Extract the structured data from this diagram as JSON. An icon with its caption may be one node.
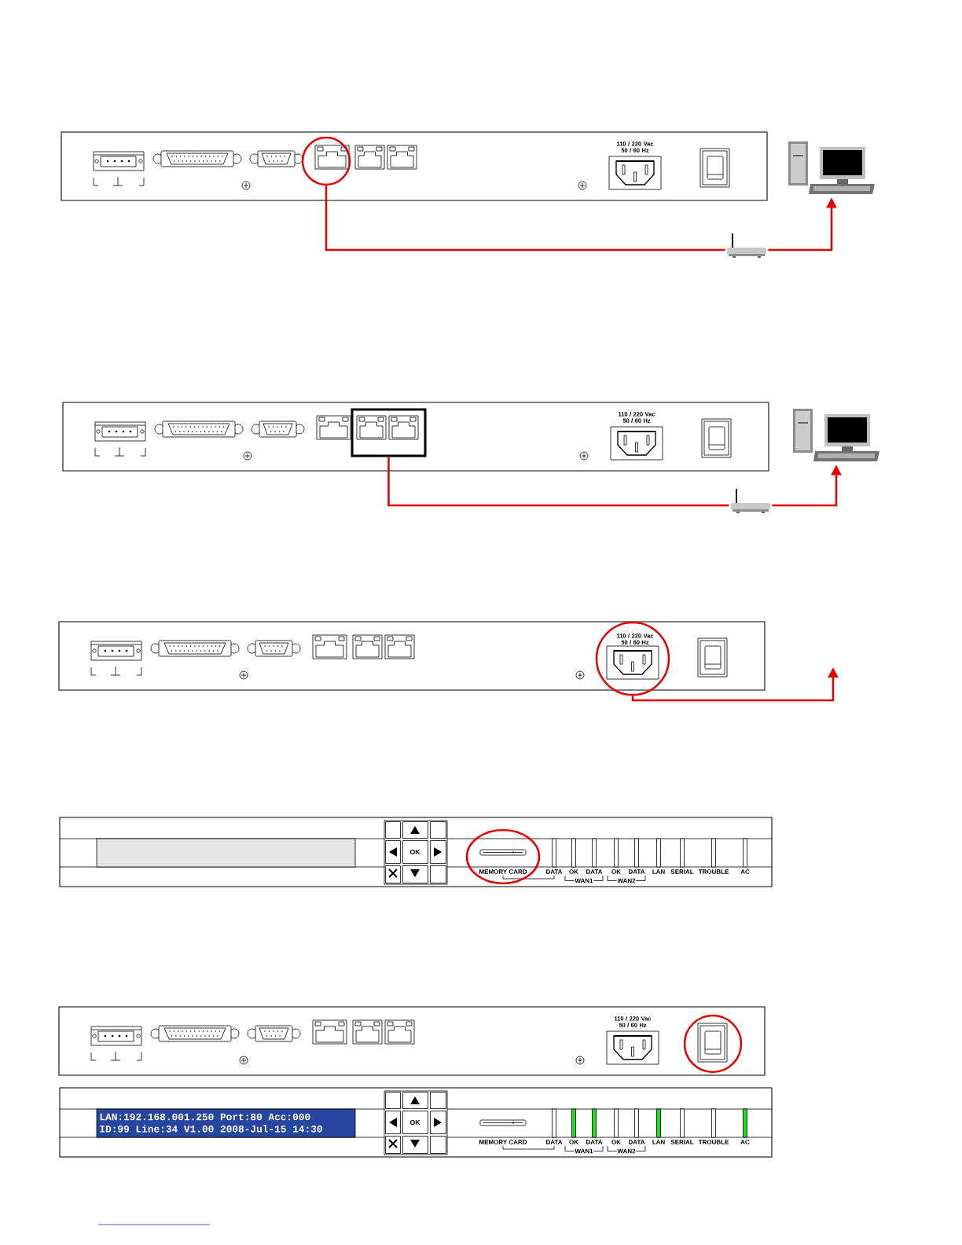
{
  "diagram": {
    "nodes": [
      {
        "text": [],
        "shape": "circle"
      },
      {
        "text": [],
        "shape": "picture"
      },
      {
        "text": [],
        "shape": "picture"
      },
      {
        "text": [],
        "shape": "box"
      },
      {
        "text": [],
        "shape": "picture"
      },
      {
        "text": [],
        "shape": "picture"
      },
      {
        "text": [
          "110 / 220 Vac 50 / 60 Hz"
        ]
      }
    ],
    "edges": [
      {
        "from": 0,
        "to": 1,
        "arrow": "none"
      },
      {
        "from": 1,
        "to": 2,
        "arrow": "to"
      },
      {
        "from": 3,
        "to": 4,
        "arrow": "none"
      },
      {
        "from": 4,
        "to": 5,
        "arrow": "to"
      },
      {
        "from": 6,
        "to": null,
        "arrow": "to"
      }
    ],
    "labels": [
      "110 / 220 Vac 50 / 60 Hz",
      "110 / 220 Vac 50 / 60 Hz",
      "OK",
      "MEMORY CARD",
      "DATA",
      "OK",
      "DATA",
      "WAN1",
      "OK",
      "DATA",
      "WAN2",
      "LAN",
      "SERIAL",
      "TROUBLE",
      "AC",
      "110 / 220 Vac 50 / 60 Hz",
      "LAN:192.168.001.250 Port:80 Acc:000",
      "ID:99 Line:34 V1.00 2008-Jul-15 14:30",
      "OK",
      "MEMORY CARD",
      "DATA",
      "OK",
      "DATA",
      "WAN1",
      "OK",
      "DATA",
      "WAN2",
      "LAN",
      "SERIAL",
      "TROUBLE",
      "AC"
    ]
  }
}
